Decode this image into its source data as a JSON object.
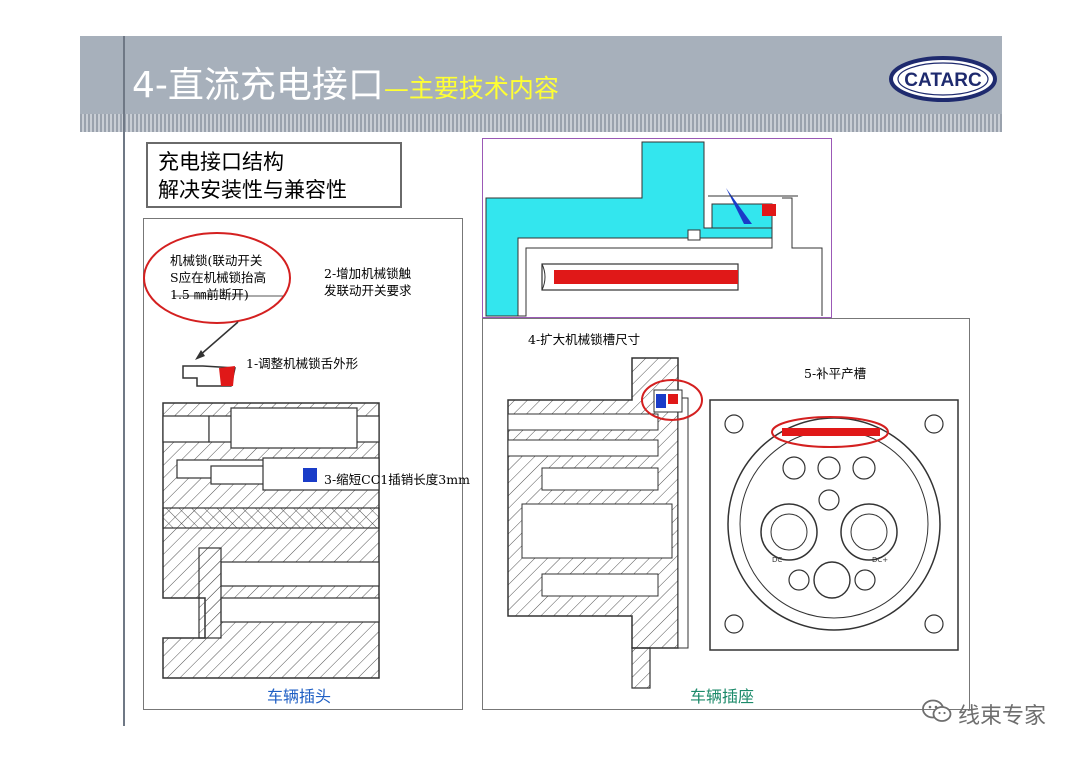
{
  "header": {
    "title_main": "4-直流充电接口",
    "title_sub": "—主要技术内容",
    "logo_text": "CATARC"
  },
  "label_box": {
    "line1": "充电接口结构",
    "line2": "解决安装性与兼容性"
  },
  "left_panel": {
    "callout_lines": [
      "机械锁(联动开关",
      "S应在机械锁抬高",
      "1.5 ㎜前断开)"
    ],
    "note_2_lines": [
      "2-增加机械锁触",
      "发联动开关要求"
    ],
    "note_1": "1-调整机械锁舌外形",
    "note_3": "3-缩短CC1插销长度3mm",
    "caption": "车辆插头"
  },
  "right_panel": {
    "note_4": "4-扩大机械锁槽尺寸",
    "note_5": "5-补平产槽",
    "pin_labels": [
      "DC-",
      "DC+"
    ],
    "caption": "车辆插座"
  },
  "watermark": {
    "text": "线束专家",
    "icon": "wechat-icon"
  },
  "colors": {
    "header_bg": "#a7b0bb",
    "title_sub": "#ffff33",
    "cyan_fill": "#33e6ee",
    "red_part": "#e01818",
    "blue_part": "#1a3cc8",
    "highlight_ellipse": "#d42020",
    "caption_blue": "#1f5fc4",
    "caption_teal": "#1c8a6a",
    "inset_border": "#9b59b6"
  }
}
